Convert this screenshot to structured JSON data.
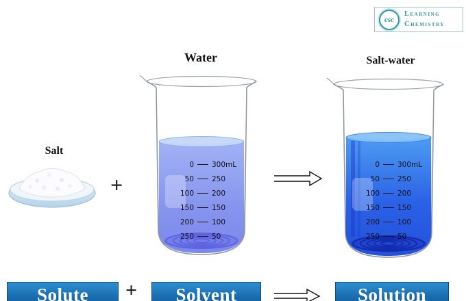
{
  "logo": {
    "circle_text": "csc",
    "line1": "Learning",
    "line2": "Chemistry"
  },
  "labels": {
    "salt": "Salt",
    "water": "Water",
    "salt_water": "Salt-water",
    "plus_top": "+",
    "plus_bottom": "+"
  },
  "scale": {
    "rows": [
      {
        "left": "0",
        "right": "300mL"
      },
      {
        "left": "50",
        "right": "250"
      },
      {
        "left": "100",
        "right": "200"
      },
      {
        "left": "150",
        "right": "150"
      },
      {
        "left": "200",
        "right": "100"
      },
      {
        "left": "250",
        "right": "50"
      }
    ]
  },
  "bottom": {
    "solute": "Solute",
    "solvent": "Solvent",
    "solution": "Solution"
  },
  "colors": {
    "water": "#8a9af0",
    "salt_water": "#2a5ae4",
    "label_box": "#1b74be",
    "logo_teal": "#2e98a6"
  }
}
